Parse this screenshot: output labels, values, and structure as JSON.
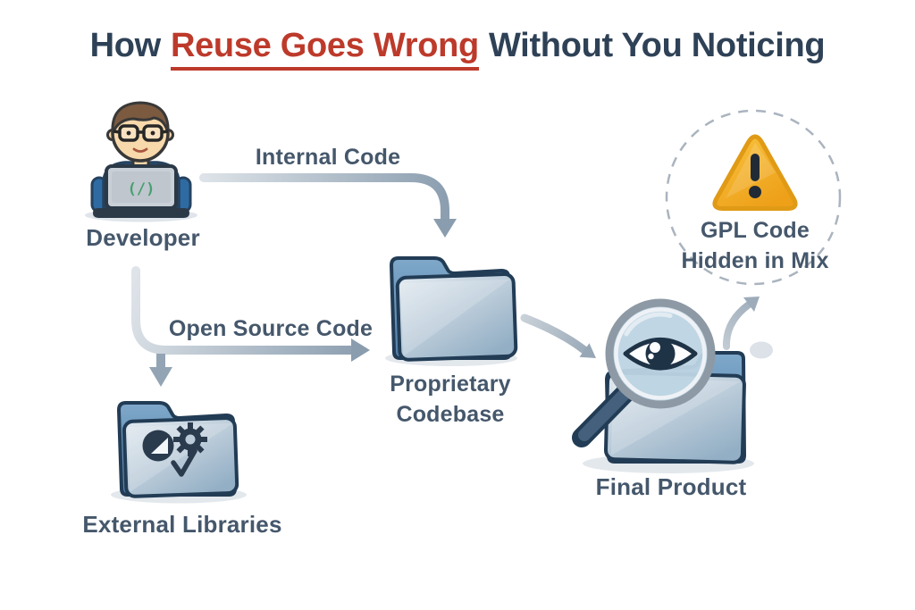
{
  "title": {
    "prefix": "How",
    "highlight": "Reuse Goes Wrong",
    "suffix": "Without You Noticing"
  },
  "nodes": {
    "developer": {
      "label": "Developer",
      "laptop_screen_text": "(/)"
    },
    "proprietary_codebase": {
      "label": "Proprietary Codebase",
      "label_lines": [
        "Proprietary",
        "Codebase"
      ]
    },
    "external_libraries": {
      "label": "External Libraries"
    },
    "final_product": {
      "label": "Final Product"
    },
    "gpl_warning": {
      "label": "GPL Code Hidden in Mix",
      "label_lines": [
        "GPL Code",
        "Hidden in Mix"
      ]
    }
  },
  "edges": [
    {
      "id": "internal-code",
      "label": "Internal Code",
      "from": "developer",
      "to": "proprietary_codebase"
    },
    {
      "id": "open-source-code",
      "label": "Open Source Code",
      "from": "developer",
      "to": "external_libraries"
    },
    {
      "id": "codebase-to-final",
      "label": "",
      "from": "proprietary_codebase",
      "to": "final_product"
    },
    {
      "id": "final-to-warning",
      "label": "",
      "from": "final_product",
      "to": "gpl_warning"
    }
  ],
  "icons": [
    "developer-avatar-icon",
    "laptop-icon",
    "folder-icon",
    "chart-icon",
    "gear-icon",
    "check-icon",
    "magnifier-eye-icon",
    "warning-triangle-icon"
  ],
  "colors": {
    "background": "#ffffff",
    "title_text": "#2e4156",
    "title_highlight": "#bd3a2b",
    "label_text": "#45576b",
    "arrow": "#8a9daf",
    "folder_back_blue": "#5d8eb8",
    "folder_front_light": "#c7d6e2",
    "outline_navy": "#223c55",
    "warning_yellow": "#f4b437",
    "warning_mark": "#212b36",
    "dashed_circle": "#aab4bf",
    "code_green": "#47a070"
  }
}
